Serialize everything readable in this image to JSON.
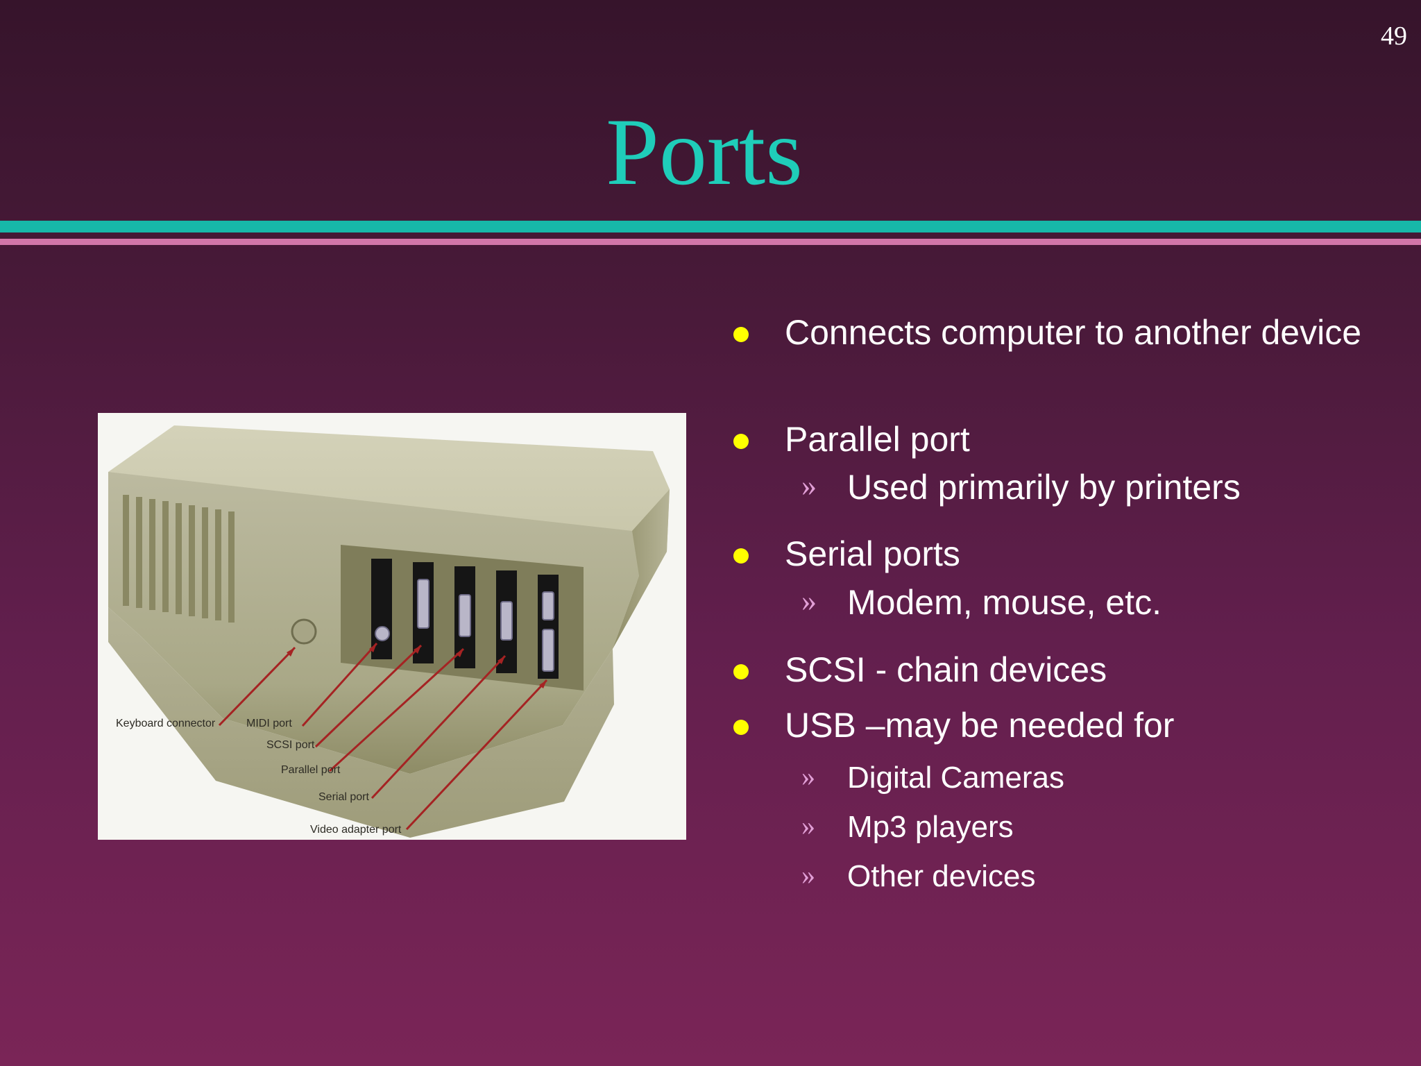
{
  "slide": {
    "page_number": "49",
    "title": "Ports",
    "figure": {
      "labels": {
        "keyboard": "Keyboard connector",
        "midi": "MIDI port",
        "scsi": "SCSI port",
        "parallel": "Parallel port",
        "serial": "Serial port",
        "video": "Video adapter port"
      }
    },
    "bullets": [
      {
        "text": "Connects computer to another device"
      },
      {
        "text": "Parallel port",
        "sub": [
          "Used primarily by printers"
        ]
      },
      {
        "text": "Serial ports",
        "sub": [
          "Modem, mouse, etc."
        ]
      },
      {
        "text": "SCSI - chain devices"
      },
      {
        "text": "USB –may be needed for",
        "sub": [
          "Digital Cameras",
          "Mp3 players",
          "Other devices"
        ]
      }
    ],
    "sub_marker": "»",
    "colors": {
      "title": "#1fcdb9",
      "bullet_dot": "#ffff00",
      "sub_marker": "#e19fd6",
      "rule_teal": "#17b8a9",
      "rule_pink": "#d176a8"
    }
  }
}
